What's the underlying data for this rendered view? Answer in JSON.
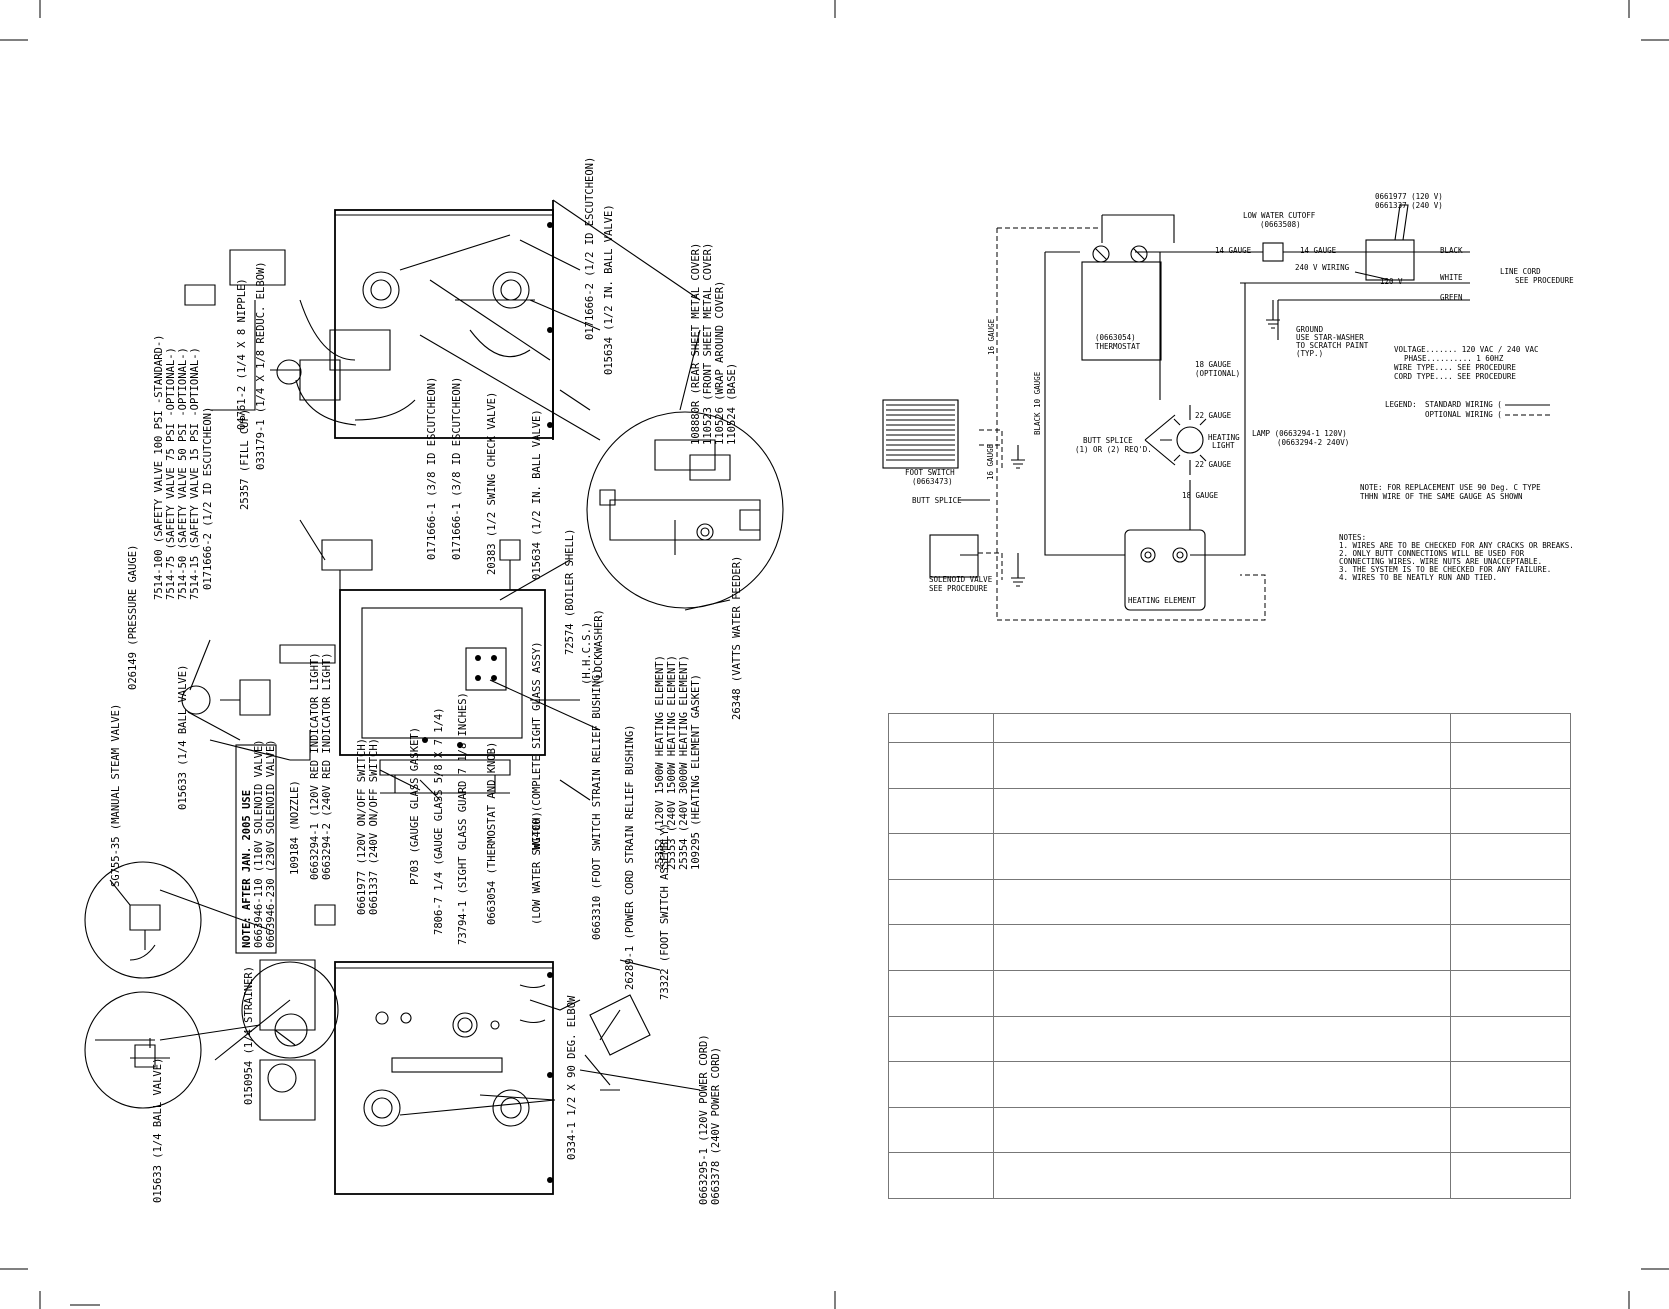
{
  "parts_diagram": {
    "callouts_left": [
      "015633 (1/4 BALL VALVE)",
      "0150954 (1/4 STRAINER)",
      "SG755-35 (MANUAL STEAM VALVE)",
      "015633 (1/4 BALL VALVE)",
      "026149 (PRESSURE GAUGE)",
      "0171666-2 (1/2 ID ESCUTCHEON)",
      "25357 (FILL CUP)",
      "033179-1 (1/4 X 1/8 REDUC. ELBOW)",
      "04761-2 (1/4 X 8 NIPPLE)"
    ],
    "note_box": [
      "NOTE: AFTER JAN. 2005 USE",
      "0663946-110 (110V SOLENOID VALVE)",
      "0663946-230 (230V SOLENOID VALVE)"
    ],
    "safety_valves": [
      "7514-100 (SAFETY VALVE 100 PSI -STANDARD-)",
      "7514-75 (SAFETY VALVE 75 PSI -OPTIONAL-)",
      "7514-50 (SAFETY VALVE 50 PSI -OPTIONAL-)",
      "7514-15 (SAFETY VALVE 15 PSI -OPTIONAL-)"
    ],
    "callouts_mid": [
      "109184 (NOZZLE)",
      "0663294-1 (120V RED INDICATOR LIGHT)",
      "0663294-2 (240V RED INDICATOR LIGHT)",
      "0661977 (120V ON/OFF SWITCH)",
      "0661337 (240V ON/OFF SWITCH)",
      "P703 (GAUGE GLASS GASKET)",
      "7806-7 1/4 (GAUGE GLASS 5/8 X 7 1/4)",
      "73794-1 (SIGHT GLASS GUARD 7 1/8 INCHES)",
      "0663054 (THERMOSTAT AND KNOB)",
      "(LOW WATER SWITCH)",
      "WG400 (COMPLETE SIGHT GLASS ASSY)",
      "0663310 (FOOT SWITCH STRAIN RELIEF BUSHING)",
      "26289-1 (POWER CORD STRAIN RELIEF BUSHING)",
      "73322 (FOOT SWITCH ASSEMBLY)",
      "0334-1 1/2 X 90 DEG. ELBOW",
      "0663295-1 (120V POWER CORD)",
      "0663378 (240V POWER CORD)"
    ],
    "callouts_right": [
      "0171666-1 (3/8 ID ESCUTCHEON)",
      "0171666-1 (3/8 ID ESCUTCHEON)",
      "20383 (1/2 SWING CHECK VALVE)",
      "015634 (1/2 IN. BALL VALVE)",
      "72574 (BOILER SHELL)",
      "(H.H.C.S.)",
      "(LOCKWASHER)",
      "25352 (120V 1500W HEATING ELEMENT)",
      "25353 (240V 1500W HEATING ELEMENT)",
      "25354 (240V 3000W HEATING ELEMENT)",
      "109295 (HEATING ELEMENT GASKET)",
      "26348 (VATTS WATER FEEDER)",
      "0171666-2 (1/2 ID ESCUTCHEON)",
      "015634 (1/2 IN. BALL VALVE)",
      "108880R (REAR SHEET METAL COVER)",
      "110523 (FRONT SHEET METAL COVER)",
      "110526 (WRAP AROUND COVER)",
      "110524 (BASE)"
    ]
  },
  "wiring": {
    "switch_part": [
      "0661977 (120 V)",
      "0661337 (240 V)"
    ],
    "low_water_cutoff": [
      "LOW WATER CUTOFF",
      "(0663508)"
    ],
    "gauge_14a": "14 GAUGE",
    "gauge_14b": "14 GAUGE",
    "black": "BLACK",
    "wiring_240": "240 V WIRING",
    "v120": "120 V",
    "white": "WHITE",
    "green": "GREEN",
    "line_cord": [
      "LINE CORD",
      "SEE PROCEDURE"
    ],
    "ground": [
      "GROUND",
      "USE STAR-WASHER",
      "TO SCRATCH PAINT",
      "(TYP.)"
    ],
    "thermostat": [
      "(0663054)",
      "THERMOSTAT"
    ],
    "gauge_16_upper": "16 GAUGE",
    "black_10": "BLACK 10 GAUGE",
    "gauge_18_opt": [
      "18 GAUGE",
      "(OPTIONAL)"
    ],
    "gauge_22a": "22 GAUGE",
    "gauge_22b": "22 GAUGE",
    "heating_light": [
      "HEATING",
      "LIGHT"
    ],
    "butt_splice_req": [
      "BUTT SPLICE",
      "(1) OR (2) REQ'D."
    ],
    "specs": [
      "VOLTAGE....... 120 VAC / 240 VAC",
      "PHASE.......... 1 60HZ",
      "WIRE TYPE.... SEE PROCEDURE",
      "CORD TYPE.... SEE PROCEDURE"
    ],
    "legend_title": "LEGEND:",
    "legend_standard": "STANDARD WIRING (",
    "legend_optional": "OPTIONAL WIRING (",
    "lamp": [
      "LAMP (0663294-1   120V)",
      "(0663294-2   240V)"
    ],
    "foot_switch": [
      "FOOT SWITCH",
      "(0663473)"
    ],
    "gauge_16_lower": "16 GAUGE",
    "butt_splice": "BUTT SPLICE",
    "gauge_18": "18 GAUGE",
    "replacement_note": [
      "NOTE: FOR REPLACEMENT USE 90 Deg. C TYPE",
      "THHN WIRE OF THE SAME GAUGE AS SHOWN"
    ],
    "notes": [
      "NOTES:",
      "1. WIRES ARE TO BE CHECKED FOR ANY CRACKS OR BREAKS.",
      "2. ONLY BUTT CONNECTIONS WILL BE USED FOR",
      "   CONNECTING WIRES. WIRE NUTS ARE UNACCEPTABLE.",
      "3. THE SYSTEM IS TO BE CHECKED FOR ANY FAILURE.",
      "4. WIRES TO BE NEATLY RUN AND TIED."
    ],
    "solenoid": [
      "SOLENOID VALVE",
      "SEE PROCEDURE"
    ],
    "heating_element": "HEATING ELEMENT"
  },
  "parts_table": {
    "rows": 11,
    "columns": 3
  }
}
